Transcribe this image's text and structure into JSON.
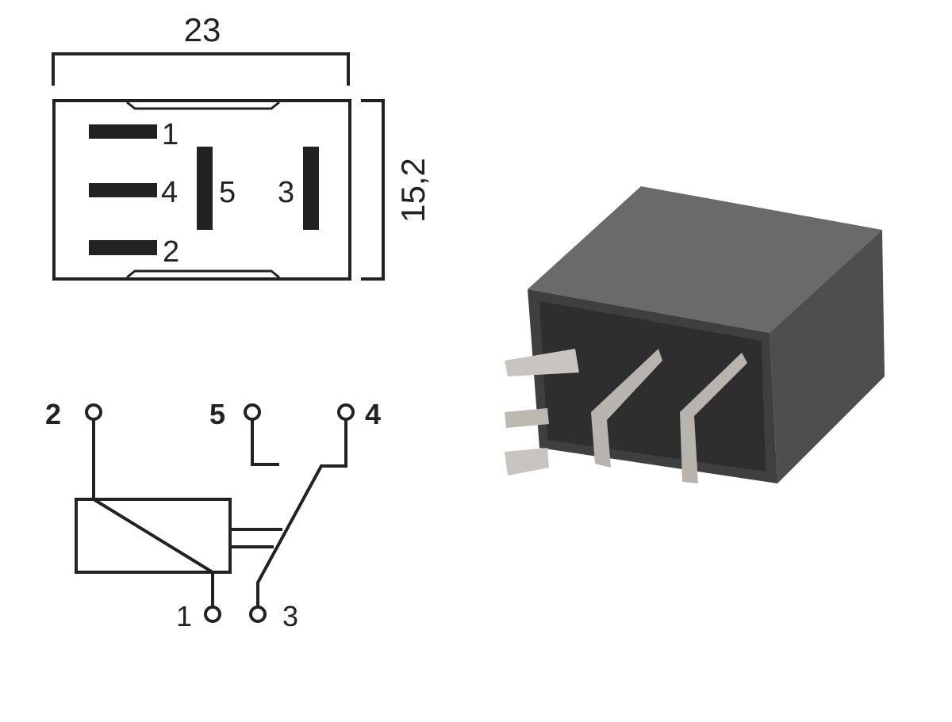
{
  "footprint": {
    "width_dim": "23",
    "height_dim": "15,2",
    "pins": {
      "p1": "1",
      "p4": "4",
      "p2": "2",
      "p5": "5",
      "p3": "3"
    }
  },
  "schematic": {
    "terminals": {
      "t2": "2",
      "t5": "5",
      "t4": "4",
      "t1": "1",
      "t3": "3"
    }
  },
  "colors": {
    "ink": "#222222",
    "relay_body": "#5a5a5a",
    "pin": "#c8c4bf"
  }
}
